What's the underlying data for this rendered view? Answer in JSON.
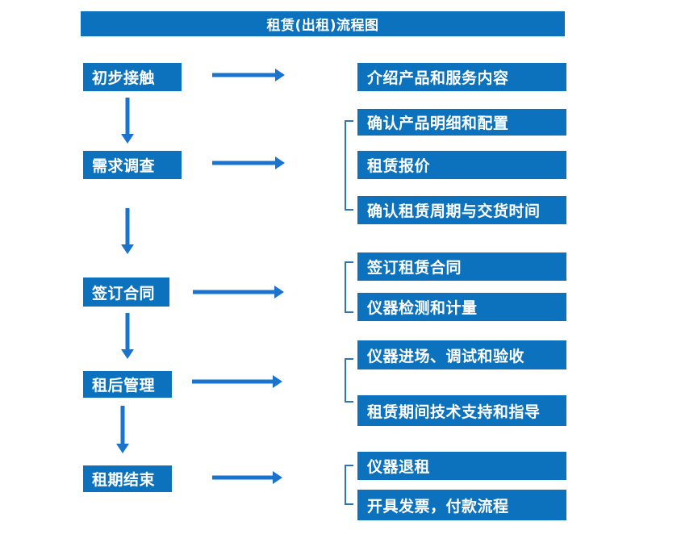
{
  "title": "租赁(出租)流程图",
  "colors": {
    "box_blue": "#0d72bd",
    "arrow_blue": "#1a74ce",
    "bracket_blue": "#2e75b6",
    "text_white": "#ffffff",
    "background": "#ffffff"
  },
  "steps": [
    {
      "label": "初步接触",
      "details": [
        "介绍产品和服务内容"
      ]
    },
    {
      "label": "需求调查",
      "details": [
        "确认产品明细和配置",
        "租赁报价",
        "确认租赁周期与交货时间"
      ]
    },
    {
      "label": "签订合同",
      "details": [
        "签订租赁合同",
        "仪器检测和计量"
      ]
    },
    {
      "label": "租后管理",
      "details": [
        "仪器进场、调试和验收",
        "租赁期间技术支持和指导"
      ]
    },
    {
      "label": "租期结束",
      "details": [
        "仪器退租",
        "开具发票，付款流程"
      ]
    }
  ]
}
